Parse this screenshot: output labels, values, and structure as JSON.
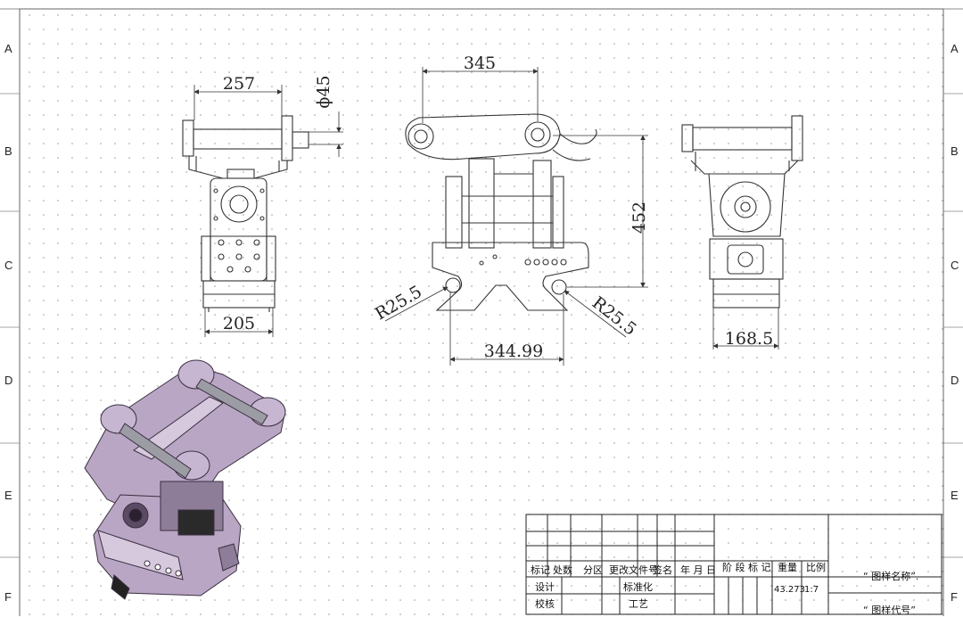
{
  "zone_rows": [
    "A",
    "B",
    "C",
    "D",
    "E",
    "F"
  ],
  "dimensions": {
    "top_left_width": "257",
    "pin_diameter": "ϕ45",
    "base_width_left": "205",
    "pin_spacing": "345",
    "height": "452",
    "radius_left": "R25.5",
    "radius_right": "R25.5",
    "hook_spacing": "344.99",
    "right_view_width": "168.5"
  },
  "title_block": {
    "header_labels": [
      "标记",
      "处数",
      "分区",
      "更改文件号",
      "签名",
      "年 月 日"
    ],
    "row_labels": [
      "设计",
      "标准化",
      "校核",
      "工艺"
    ],
    "stage_labels": [
      "阶 段 标 记",
      "重量",
      "比例"
    ],
    "weight": "43.273",
    "scale": "1:7",
    "drawing_name": "“ 图样名称”.",
    "drawing_code": "“ 图样代号”"
  },
  "colors": {
    "line": "#333333",
    "grid_dot": "#9a9a9a",
    "iso_fill": "#b9a6c4",
    "iso_dark": "#5a4a63"
  }
}
